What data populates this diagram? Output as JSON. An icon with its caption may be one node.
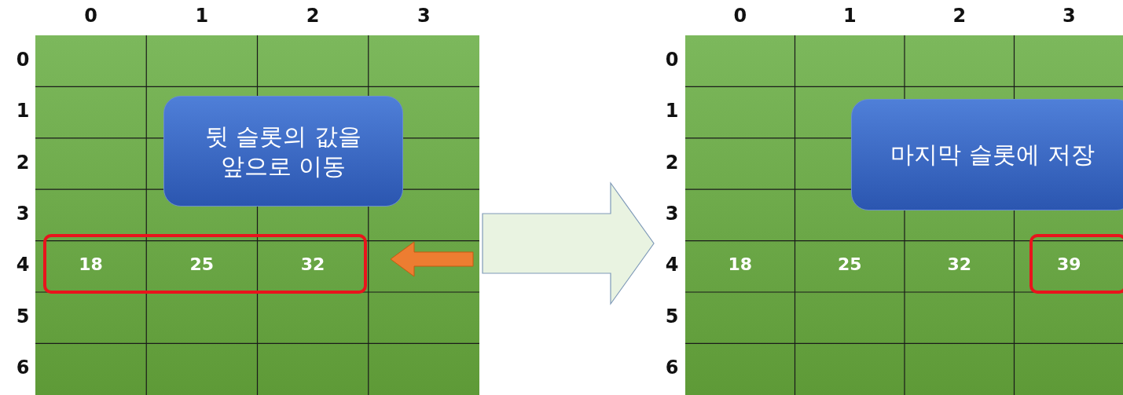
{
  "diagram": {
    "nodes": [
      {
        "text": [],
        "shape": "box"
      },
      {
        "text": [
          "뒷 슬롯의 값을 앞으로 이동"
        ],
        "in": 0
      },
      {
        "text": [],
        "shape": "box"
      },
      {
        "text": [
          "마지막 슬롯에 저장"
        ],
        "in": 2
      }
    ],
    "edges": [
      {
        "from": 0,
        "to": 2,
        "arrow": "to"
      }
    ],
    "labels": [
      "0",
      "1",
      "2",
      "3",
      "0",
      "1",
      "2",
      "3",
      "4",
      "5",
      "6",
      "18",
      "25",
      "32",
      "0",
      "1",
      "2",
      "3",
      "0",
      "1",
      "2",
      "3",
      "4",
      "5",
      "6",
      "18",
      "25",
      "32",
      "39"
    ]
  }
}
